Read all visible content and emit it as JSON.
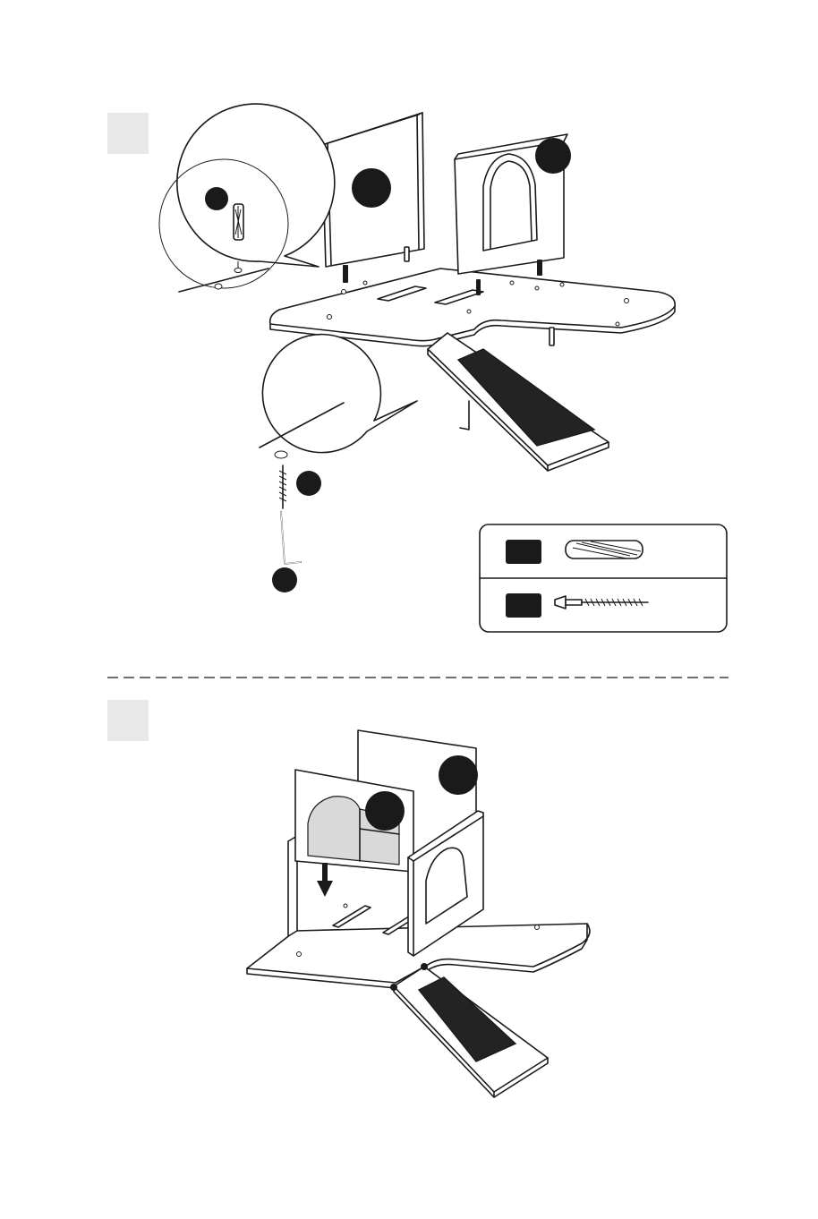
{
  "page": {
    "background": "#ffffff",
    "ink": "#1a1a1a",
    "step_box_color": "#e8e8e8",
    "divider_style": "dashed"
  },
  "steps": [
    {
      "name": "step-1",
      "callouts": [
        "dowel-callout",
        "screw-callout"
      ],
      "parts_legend": [
        {
          "icon": "wooden-dowel-icon",
          "code_color": "#1a1a1a"
        },
        {
          "icon": "wood-screw-icon",
          "code_color": "#1a1a1a"
        }
      ]
    },
    {
      "name": "step-2",
      "arrow": "down-arrow-icon"
    }
  ]
}
